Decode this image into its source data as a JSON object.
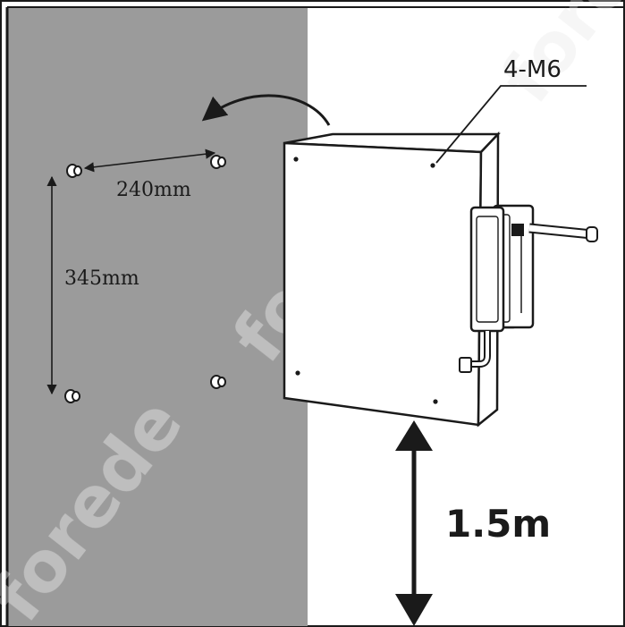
{
  "diagram": {
    "mount_label": "4-M6",
    "width_label": "240mm",
    "height_label": "345mm",
    "floor_height_label": "1.5m",
    "watermark_text": "forede"
  },
  "colors": {
    "wall_gray": "#9b9b9b",
    "line_black": "#1a1a1a",
    "panel_white": "#ffffff"
  }
}
